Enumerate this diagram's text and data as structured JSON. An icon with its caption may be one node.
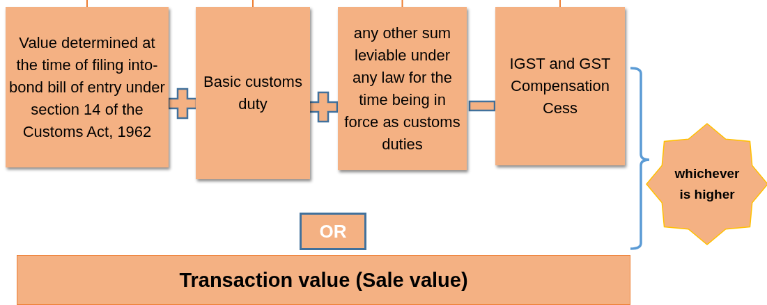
{
  "diagram": {
    "nodes": [
      {
        "text": [
          "Value determined at the time of filing into-bond bill of entry under section 14 of the Customs Act, 1962"
        ]
      },
      {
        "text": [
          "Basic customs duty"
        ]
      },
      {
        "text": [
          "any other sum leviable under any law for the time being in force as customs duties"
        ]
      },
      {
        "text": [
          "IGST and GST Compensation Cess"
        ]
      },
      {
        "text": [
          "whichever is higher"
        ]
      },
      {
        "text": [
          "OR"
        ]
      },
      {
        "text": [
          "Transaction value (Sale value)"
        ]
      }
    ],
    "edges": [
      {
        "from": null,
        "to": 0,
        "arrow": "none",
        "color": "#ed7d31"
      },
      {
        "from": null,
        "to": 1,
        "arrow": "none",
        "color": "#ed7d31"
      },
      {
        "from": null,
        "to": 2,
        "arrow": "none",
        "color": "#ed7d31"
      },
      {
        "from": null,
        "to": 3,
        "arrow": "none",
        "color": "#ed7d31"
      }
    ]
  }
}
